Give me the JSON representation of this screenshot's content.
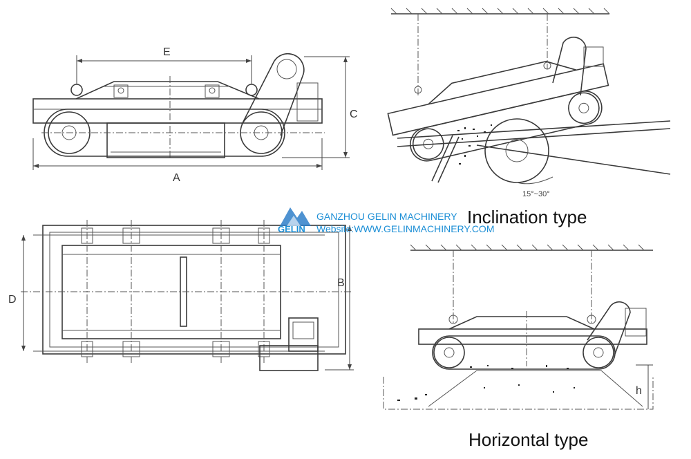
{
  "labels": {
    "dim_a": "A",
    "dim_b": "B",
    "dim_c": "C",
    "dim_d": "D",
    "dim_e": "E",
    "dim_h": "h",
    "angle_range": "15°~30°"
  },
  "titles": {
    "inclination": "Inclination type",
    "horizontal": "Horizontal type"
  },
  "watermark": {
    "logo_text": "GELIN",
    "company": "GANZHOU GELIN MACHINERY",
    "website": "Website:WWW.GELINMACHINERY.COM"
  },
  "colors": {
    "line": "#3a3a3a",
    "watermark": "#1d8fd6",
    "background": "#ffffff"
  }
}
